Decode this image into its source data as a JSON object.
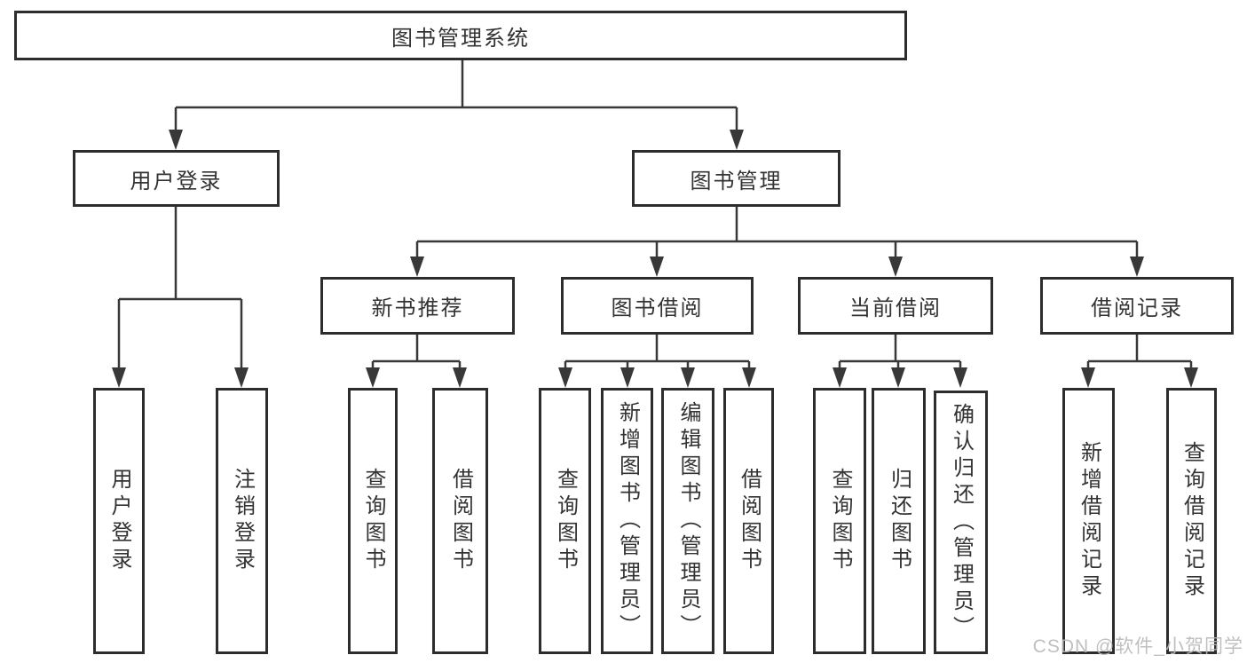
{
  "tree": {
    "root": "图书管理系统",
    "branches": [
      {
        "label": "用户登录",
        "children": [
          "用户登录",
          "注销登录"
        ]
      },
      {
        "label": "图书管理",
        "groups": [
          {
            "label": "新书推荐",
            "children": [
              "查询图书",
              "借阅图书"
            ]
          },
          {
            "label": "图书借阅",
            "children": [
              "查询图书",
              "新增图书（管理员）",
              "编辑图书（管理员）",
              "借阅图书"
            ]
          },
          {
            "label": "当前借阅",
            "children": [
              "查询图书",
              "归还图书",
              "确认归还（管理员）"
            ]
          },
          {
            "label": "借阅记录",
            "children": [
              "新增借阅记录",
              "查询借阅记录"
            ]
          }
        ]
      }
    ]
  },
  "watermark": "CSDN @软件_小贺同学",
  "colors": {
    "line": "#383838",
    "border": "#2d2d2d",
    "text": "#333333",
    "watermark": "#b9b9b9",
    "background": "#ffffff"
  }
}
